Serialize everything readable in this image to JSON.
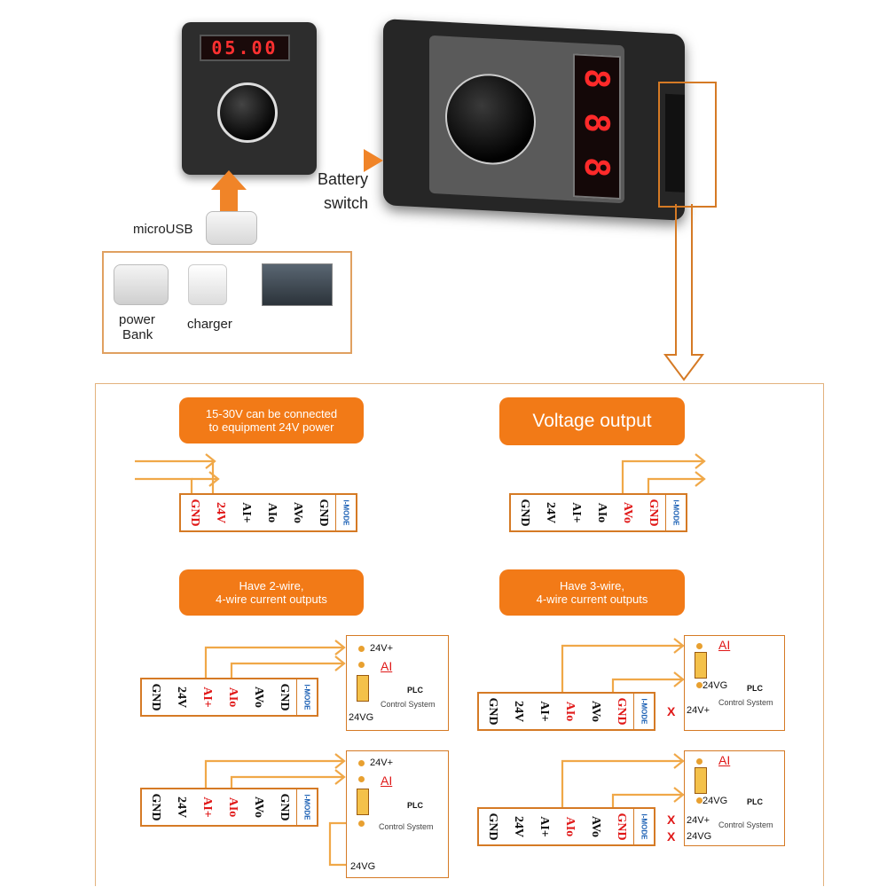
{
  "top": {
    "small_device_display": "05.00",
    "big_device_display": [
      "8",
      "8",
      "8"
    ],
    "usb_label": "microUSB",
    "battery_label_1": "Battery",
    "battery_label_2": "switch",
    "sources": {
      "power_bank_1": "power",
      "power_bank_2": "Bank",
      "charger": "charger"
    }
  },
  "panels": {
    "power_badge": [
      "15-30V can be connected",
      "to equipment 24V power"
    ],
    "voltage_badge": "Voltage output",
    "two_wire_badge": [
      "Have 2-wire,",
      "4-wire current outputs"
    ],
    "three_wire_badge": [
      "Have 3-wire,",
      "4-wire current outputs"
    ],
    "terminals": [
      "GND",
      "24V",
      "AI+",
      "AIo",
      "AVo",
      "GND"
    ],
    "mode_label": "I-MODE",
    "plc": {
      "v24_plus": "24V+",
      "ai": "AI",
      "v24g": "24VG",
      "plc_label": "PLC",
      "control_system": "Control System",
      "x": "X"
    }
  },
  "colors": {
    "accent": "#f27a17",
    "wire": "#f0a848",
    "border": "#d57a25",
    "active_terminal": "#e01818"
  }
}
